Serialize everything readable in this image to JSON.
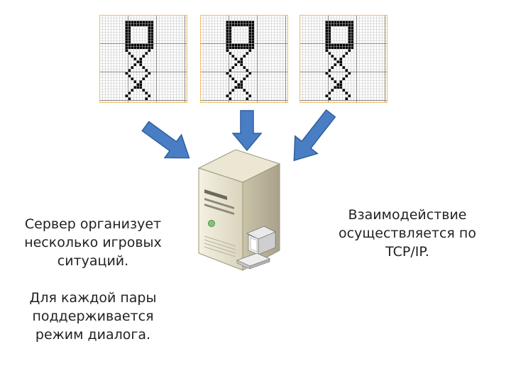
{
  "left_text": {
    "paragraph1": [
      "Сервер организует",
      "несколько игровых",
      "ситуаций."
    ],
    "paragraph2": [
      "Для каждой пары",
      "поддерживается",
      "режим диалога."
    ]
  },
  "right_text": [
    "Взаимодействие",
    "осуществляется по",
    "TCP/IP."
  ],
  "colors": {
    "arrow_fill": "#4a7ec4",
    "arrow_stroke": "#2f5f9e",
    "grid_border": "#f0c060",
    "pixel_fill": "#000000"
  }
}
